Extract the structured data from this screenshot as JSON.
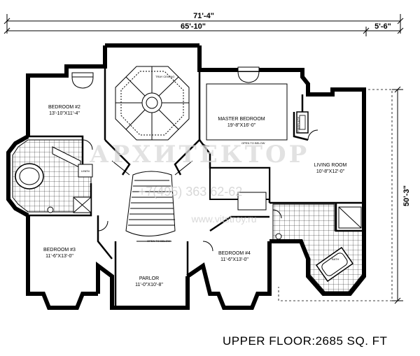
{
  "dimensions": {
    "overall_width": "71'-4\"",
    "main_width": "65'-10\"",
    "side_width": "5'-6\"",
    "depth": "50'-3\""
  },
  "rooms": {
    "bedroom2": {
      "name": "BEDROOM #2",
      "size": "13'-10\"X11'-4\""
    },
    "master": {
      "name": "MASTER BEDROOM",
      "size": "19'-8\"X16'-0\""
    },
    "living": {
      "name": "LIVING ROOM",
      "size": "10'-8\"X12'-0\""
    },
    "bedroom3": {
      "name": "BEDROOM #3",
      "size": "11'-6\"X13'-0\""
    },
    "bedroom4": {
      "name": "BEDROOM #4",
      "size": "11'-6\"X13'-0\""
    },
    "parlor": {
      "name": "PARLOR",
      "size": "11'-0\"X10'-8\""
    }
  },
  "small_labels": {
    "tray_ceiling": "TRAY CEILING",
    "linen": "LINEN",
    "fireplace": "FIREPLACE",
    "bath": "BATH",
    "open_to_below_left": "OPEN TO BELOW",
    "open_to_below_right": "OPEN TO BELOW"
  },
  "watermark": {
    "text": "АРХИТЕКТОР",
    "phone": "+7(495) 363 62-62",
    "site": "www.vitstroy.ru"
  },
  "footer": {
    "label": "UPPER FLOOR:",
    "area": "2685 SQ. FT"
  }
}
